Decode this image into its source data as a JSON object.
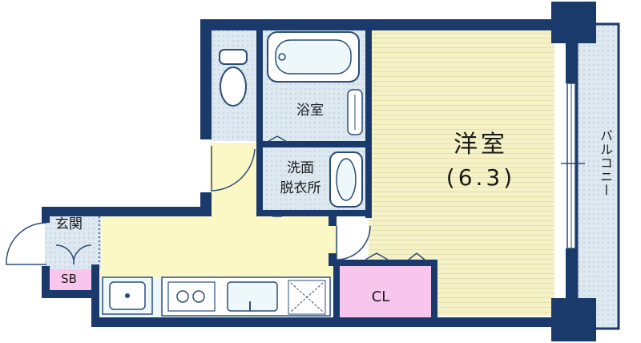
{
  "rooms": {
    "western_room": "洋室",
    "western_room_area": "(6.3)",
    "bathroom": "浴室",
    "washroom_line1": "洗面",
    "washroom_line2": "脱衣所",
    "entrance": "玄関",
    "shoe_box": "SB",
    "closet": "CL",
    "balcony": "バルコニー"
  },
  "colors": {
    "wall": "#1a3a6b",
    "western_floor": "#f5f2c8",
    "corridor_floor": "#fbf8c6",
    "wet_floor": "#dde8f0",
    "storage": "#f8c6ec",
    "fixture": "#eef8fb"
  }
}
